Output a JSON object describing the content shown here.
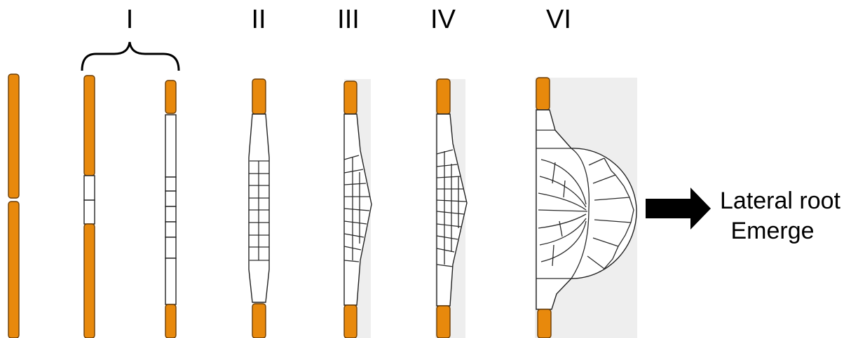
{
  "stages": {
    "stage_1": "I",
    "stage_2": "II",
    "stage_3": "III",
    "stage_4": "IV",
    "stage_6": "VI"
  },
  "caption": {
    "line1": "Lateral root",
    "line2": "Emerge"
  },
  "colors": {
    "pericycle_cell": "#E8890C",
    "primordium_background": "#eeeeee"
  }
}
